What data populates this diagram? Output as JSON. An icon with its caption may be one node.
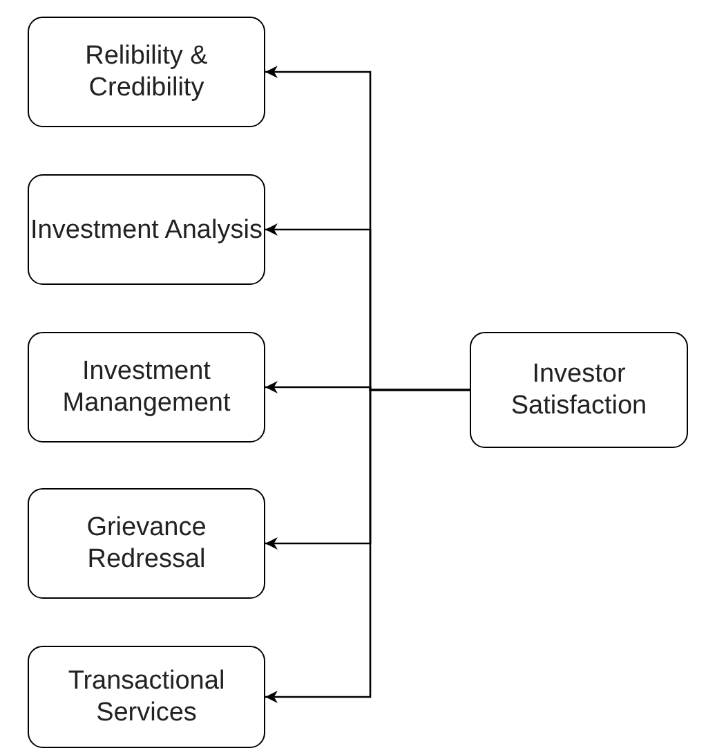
{
  "diagram": {
    "nodes": [
      {
        "text": [
          "Relibility & Credibility"
        ]
      },
      {
        "text": [
          "Investment Analysis"
        ]
      },
      {
        "text": [
          "Investment Manangement"
        ]
      },
      {
        "text": [
          "Grievance Redressal"
        ]
      },
      {
        "text": [
          "Transactional Services"
        ]
      },
      {
        "text": [
          "Investor Satisfaction"
        ]
      }
    ],
    "edges": [
      {
        "from": 5,
        "to": 0,
        "arrow": "to"
      },
      {
        "from": 5,
        "to": 1,
        "arrow": "to"
      },
      {
        "from": 5,
        "to": 2,
        "arrow": "to"
      },
      {
        "from": 5,
        "to": 3,
        "arrow": "to"
      },
      {
        "from": 5,
        "to": 4,
        "arrow": "to"
      }
    ]
  }
}
